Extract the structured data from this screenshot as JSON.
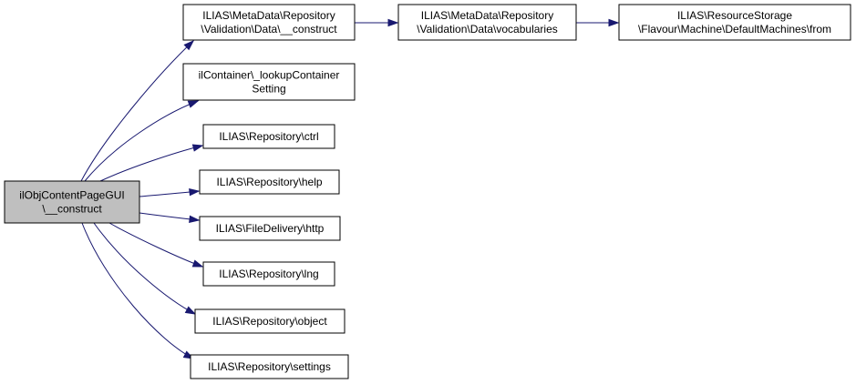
{
  "colors": {
    "root_fill": "#bfbfbf",
    "node_fill": "#ffffff",
    "border": "#000000",
    "edge": "#191970",
    "text": "#000000"
  },
  "nodes": [
    {
      "id": "root",
      "lines": [
        "ilObjContentPageGUI",
        "\\__construct"
      ],
      "root": true
    },
    {
      "id": "validation_construct",
      "lines": [
        "ILIAS\\MetaData\\Repository",
        "\\Validation\\Data\\__construct"
      ]
    },
    {
      "id": "vocabularies",
      "lines": [
        "ILIAS\\MetaData\\Repository",
        "\\Validation\\Data\\vocabularies"
      ]
    },
    {
      "id": "from",
      "lines": [
        "ILIAS\\ResourceStorage",
        "\\Flavour\\Machine\\DefaultMachines\\from"
      ]
    },
    {
      "id": "lookup",
      "lines": [
        "ilContainer\\_lookupContainer",
        "Setting"
      ]
    },
    {
      "id": "ctrl",
      "lines": [
        "ILIAS\\Repository\\ctrl"
      ]
    },
    {
      "id": "help",
      "lines": [
        "ILIAS\\Repository\\help"
      ]
    },
    {
      "id": "http",
      "lines": [
        "ILIAS\\FileDelivery\\http"
      ]
    },
    {
      "id": "lng",
      "lines": [
        "ILIAS\\Repository\\lng"
      ]
    },
    {
      "id": "object",
      "lines": [
        "ILIAS\\Repository\\object"
      ]
    },
    {
      "id": "settings",
      "lines": [
        "ILIAS\\Repository\\settings"
      ]
    }
  ],
  "edges": [
    {
      "from": "root",
      "to": "validation_construct"
    },
    {
      "from": "root",
      "to": "lookup"
    },
    {
      "from": "root",
      "to": "ctrl"
    },
    {
      "from": "root",
      "to": "help"
    },
    {
      "from": "root",
      "to": "http"
    },
    {
      "from": "root",
      "to": "lng"
    },
    {
      "from": "root",
      "to": "object"
    },
    {
      "from": "root",
      "to": "settings"
    },
    {
      "from": "validation_construct",
      "to": "vocabularies"
    },
    {
      "from": "vocabularies",
      "to": "from"
    }
  ]
}
